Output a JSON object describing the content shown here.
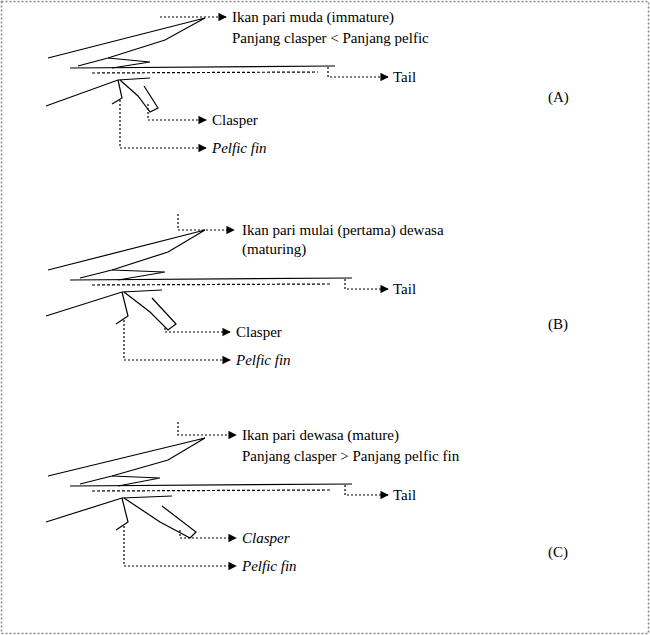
{
  "diagram": {
    "labels": [
      "Ikan pari muda (immature)",
      "Panjang clasper < Panjang pelfic",
      "Tail",
      "Clasper",
      "Pelfic fin",
      "(A)",
      "Ikan pari mulai (pertama) dewasa (maturing)",
      "Tail",
      "Clasper",
      "Pelfic fin",
      "(B)",
      "Ikan pari dewasa (mature)",
      "Panjang clasper > Panjang pelfic fin",
      "Tail",
      "Clasper",
      "Pelfic fin",
      "(C)"
    ]
  }
}
